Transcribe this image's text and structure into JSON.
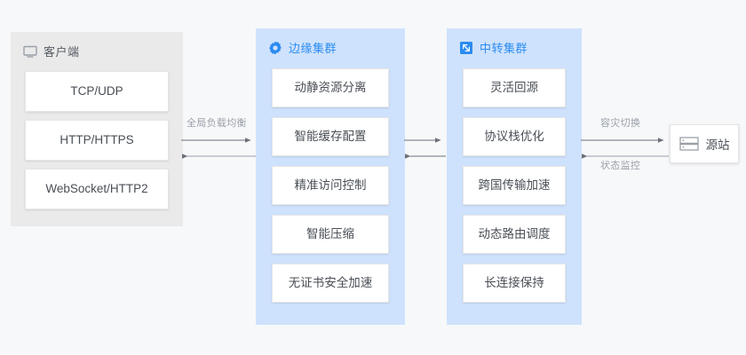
{
  "diagram": {
    "background_color": "#f7f8fa",
    "accent_color": "#2b8cf0",
    "panel_blue": "#cfe2fd",
    "panel_gray": "#eaeaea",
    "text_color": "#4a4f56",
    "label_color": "#9aa0a8"
  },
  "client_panel": {
    "title": "客户端",
    "icon": "monitor-icon",
    "items": [
      {
        "label": "TCP/UDP"
      },
      {
        "label": "HTTP/HTTPS"
      },
      {
        "label": "WebSocket/HTTP2"
      }
    ]
  },
  "edge_panel": {
    "title": "边缘集群",
    "icon": "gear-icon",
    "items": [
      {
        "label": "动静资源分离"
      },
      {
        "label": "智能缓存配置"
      },
      {
        "label": "精准访问控制"
      },
      {
        "label": "智能压缩"
      },
      {
        "label": "无证书安全加速"
      }
    ]
  },
  "relay_panel": {
    "title": "中转集群",
    "icon": "transfer-icon",
    "items": [
      {
        "label": "灵活回源"
      },
      {
        "label": "协议栈优化"
      },
      {
        "label": "跨国传输加速"
      },
      {
        "label": "动态路由调度"
      },
      {
        "label": "长连接保持"
      }
    ]
  },
  "origin_node": {
    "label": "源站",
    "icon": "server-icon"
  },
  "connectors": {
    "client_to_edge": {
      "forward_label": "全局负载均衡",
      "backward_label": ""
    },
    "edge_to_relay": {
      "forward_label": "",
      "backward_label": ""
    },
    "relay_to_origin": {
      "forward_label": "容灾切换",
      "backward_label": "状态监控"
    }
  }
}
